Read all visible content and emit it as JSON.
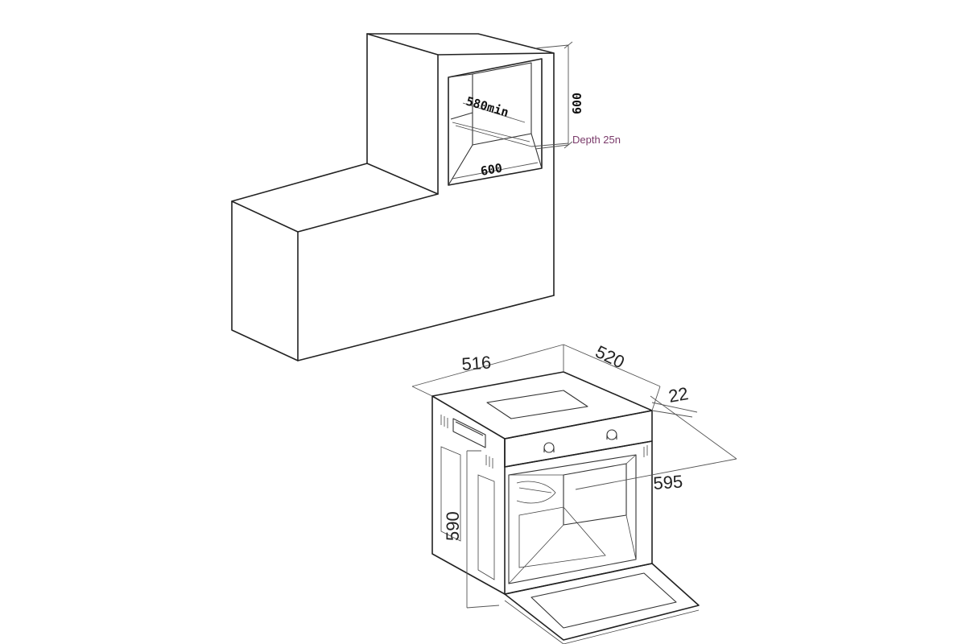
{
  "cabinet": {
    "dim_min_depth": "580min",
    "dim_height": "600",
    "dim_width": "600",
    "depth_note": "Depth 25n",
    "depth_note_color": "#7a3a6a"
  },
  "oven": {
    "dim_top_width": "516",
    "dim_top_depth": "520",
    "dim_door": "22",
    "dim_depth": "595",
    "dim_height": "590"
  }
}
